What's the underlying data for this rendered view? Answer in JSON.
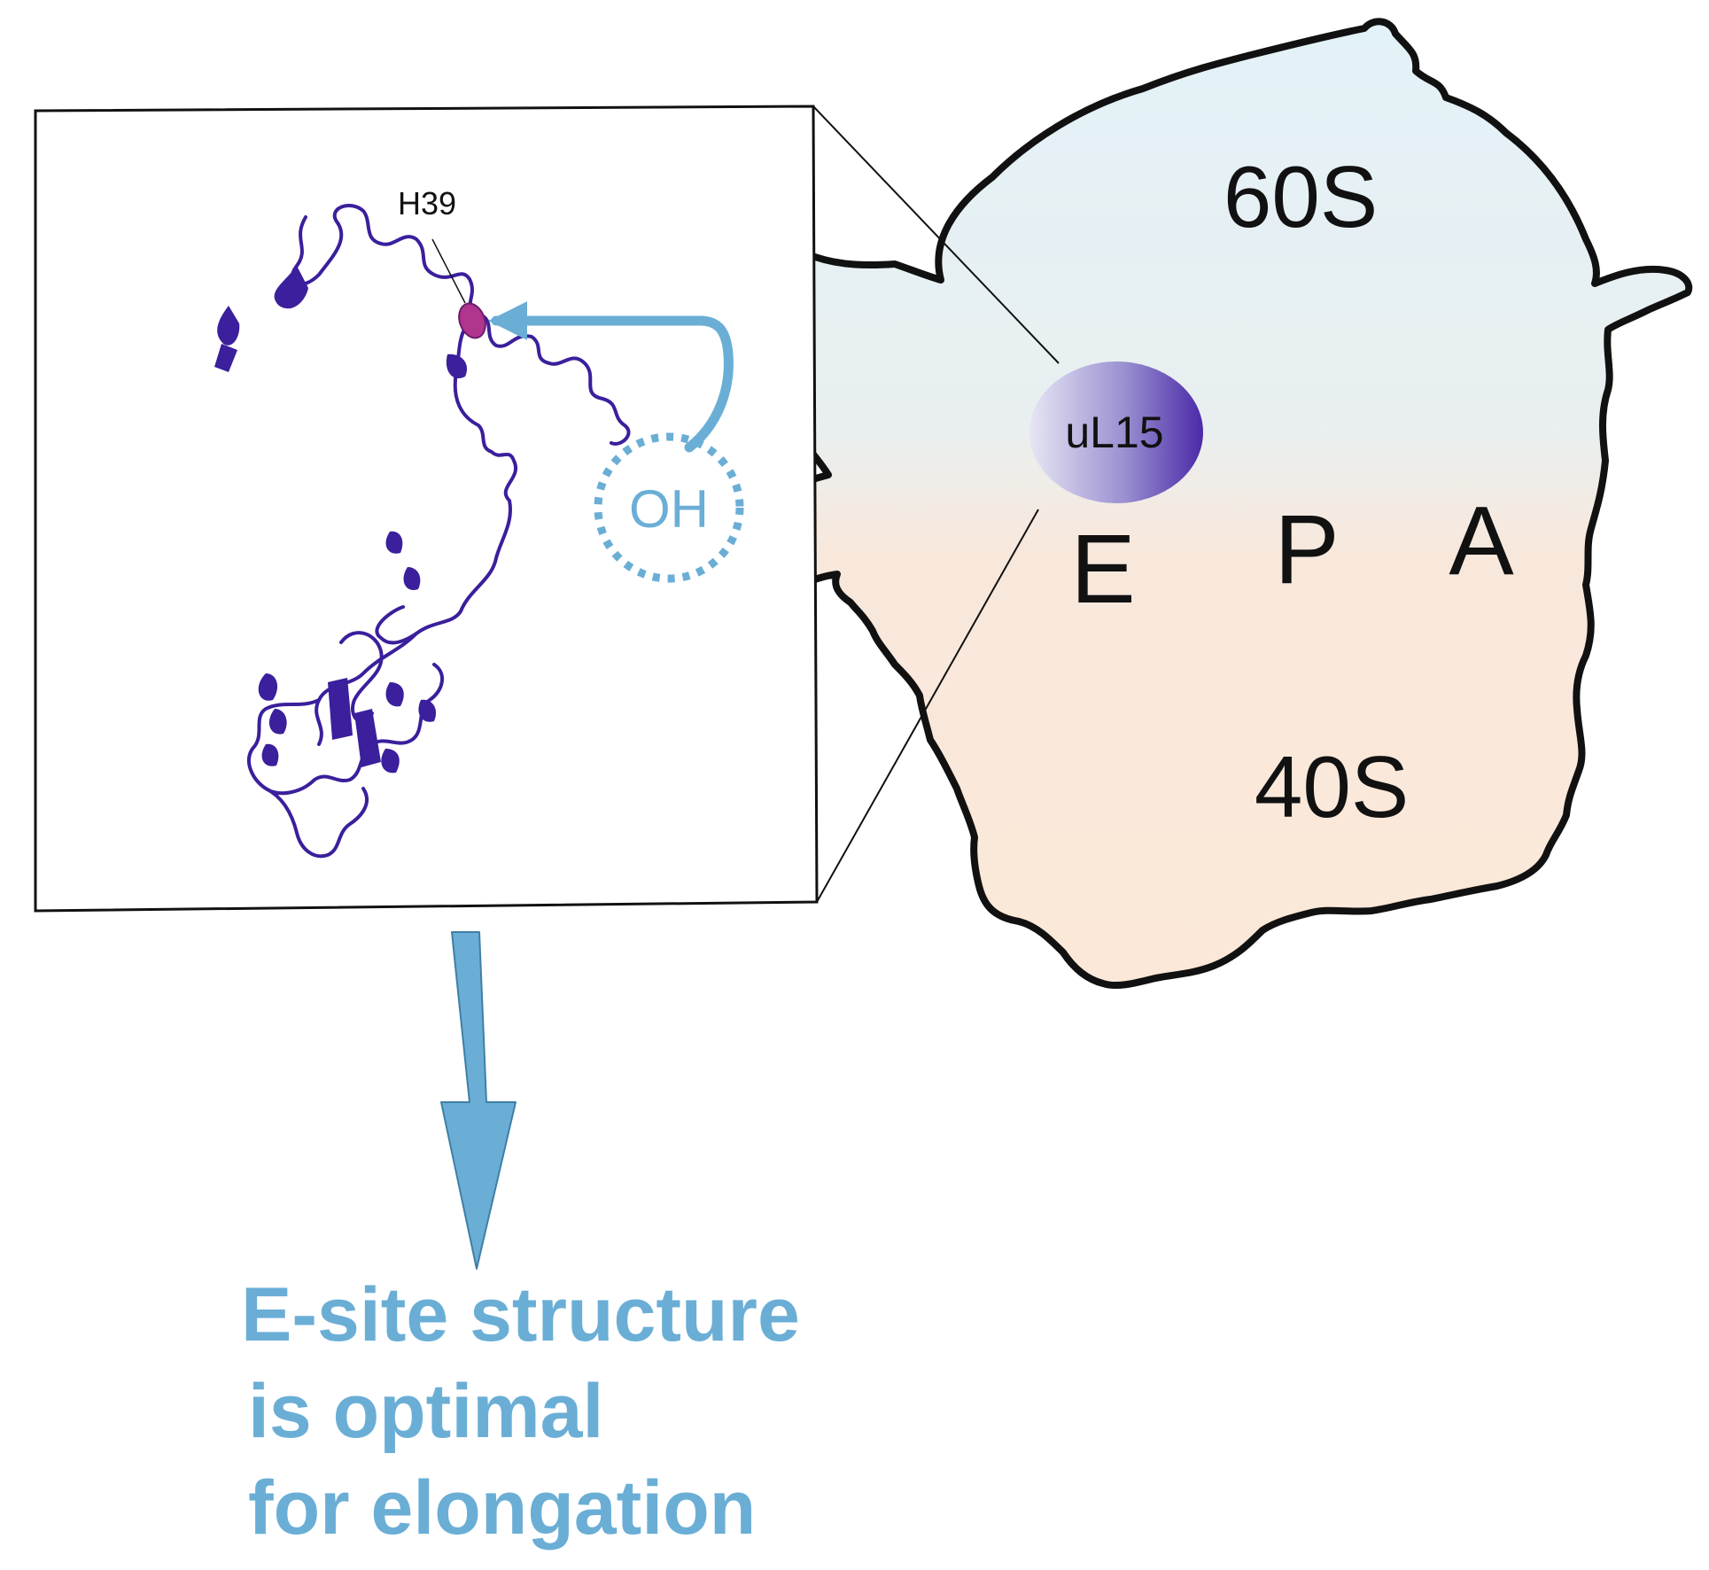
{
  "ribosome": {
    "large_subunit": "60S",
    "small_subunit": "40S",
    "sites": {
      "e": "E",
      "p": "P",
      "a": "A"
    },
    "protein": "uL15"
  },
  "inset": {
    "residue": "H39",
    "group": "OH"
  },
  "caption": {
    "lines": [
      "E-site structure",
      "is optimal",
      "for elongation"
    ]
  },
  "colors": {
    "accent": "#6aaed6",
    "protein_chain": "#3b1f9c",
    "residue_highlight": "#b0358f",
    "subunit_60s": "#e3f2f8",
    "subunit_40s": "#fbe8d8",
    "outline": "#111111"
  }
}
